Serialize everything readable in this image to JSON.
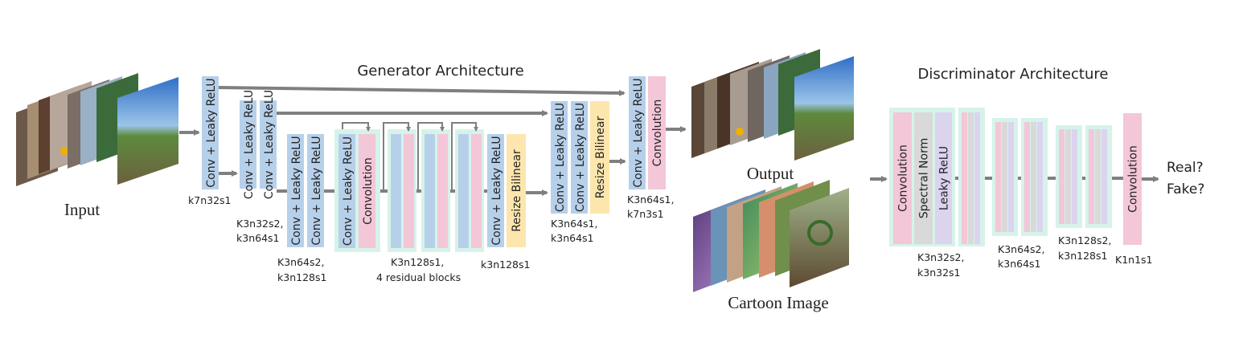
{
  "titles": {
    "generator": "Generator Architecture",
    "discriminator": "Discriminator Architecture"
  },
  "images": {
    "input": "Input",
    "output": "Output",
    "cartoon": "Cartoon Image"
  },
  "blocks": {
    "conv_leaky": "Conv + Leaky ReLU",
    "convolution": "Convolution",
    "resize": "Resize Bilinear",
    "spectral": "Spectral Norm",
    "leaky": "Leaky ReLU"
  },
  "captions": {
    "g1": "k7n32s1",
    "g2a": "K3n32s2,",
    "g2b": "k3n64s1",
    "g3a": "K3n64s2,",
    "g3b": "k3n128s1",
    "g4a": "K3n128s1,",
    "g4b": "4 residual blocks",
    "g5": "k3n128s1",
    "g6a": "K3n64s1,",
    "g6b": "k3n64s1",
    "g7a": "K3n64s1,",
    "g7b": "k7n3s1",
    "d1a": "K3n32s2,",
    "d1b": "k3n32s1",
    "d2a": "K3n64s2,",
    "d2b": "k3n64s1",
    "d3a": "K3n128s2,",
    "d3b": "k3n128s1",
    "d4": "K1n1s1"
  },
  "outputs": {
    "real": "Real?",
    "fake": "Fake?"
  },
  "colors": {
    "blue": "#b7d0ea",
    "pink": "#f3c6d8",
    "yellow": "#fce6ad",
    "gray": "#d9d9d9",
    "lavender": "#dcd3ef",
    "mint": "#d6f3ea",
    "arrow": "#7f7f7f"
  }
}
